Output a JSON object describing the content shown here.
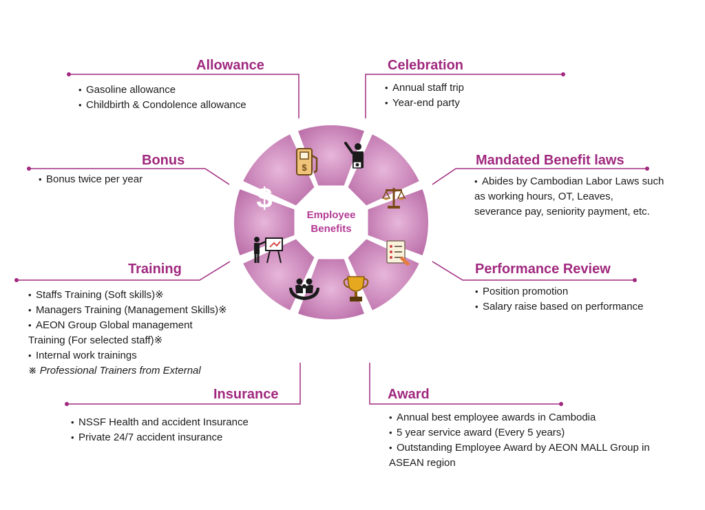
{
  "center": {
    "line1": "Employee",
    "line2": "Benefits"
  },
  "sections": {
    "allowance": {
      "title": "Allowance",
      "items": [
        "Gasoline allowance",
        "Childbirth & Condolence allowance"
      ]
    },
    "celebration": {
      "title": "Celebration",
      "items": [
        "Annual staff trip",
        "Year-end party"
      ]
    },
    "bonus": {
      "title": "Bonus",
      "items": [
        "Bonus twice per year"
      ]
    },
    "mandated": {
      "title": "Mandated Benefit laws",
      "items": [
        "Abides by Cambodian Labor Laws such",
        "as working hours, OT,  Leaves,",
        "severance pay,  seniority payment, etc."
      ]
    },
    "training": {
      "title": "Training",
      "items": [
        "Staffs Training (Soft skills)※",
        "Managers Training (Management Skills)※",
        "AEON  Group  Global management",
        "Training  (For selected staff)※",
        "Internal work trainings"
      ],
      "note": "※ Professional Trainers from External"
    },
    "performance": {
      "title": "Performance Review",
      "items": [
        "Position promotion",
        "Salary raise based on performance"
      ]
    },
    "insurance": {
      "title": "Insurance",
      "items": [
        "NSSF Health and accident Insurance",
        "Private 24/7 accident insurance"
      ]
    },
    "award": {
      "title": "Award",
      "items": [
        "Annual best employee awards in Cambodia",
        "5 year service award (Every 5 years)",
        "Outstanding Employee Award by AEON MALL Group in",
        "ASEAN region"
      ]
    }
  },
  "icons": {
    "allowance": "fuel-pump-icon",
    "celebration": "person-camera-icon",
    "mandated": "scales-icon",
    "performance": "checklist-icon",
    "award": "trophy-icon",
    "insurance": "family-hands-icon",
    "training": "presenter-board-icon",
    "bonus": "dollar-icon"
  },
  "colors": {
    "accent": "#a0287e",
    "ring": "#c47fb5",
    "center": "#ffffff"
  }
}
